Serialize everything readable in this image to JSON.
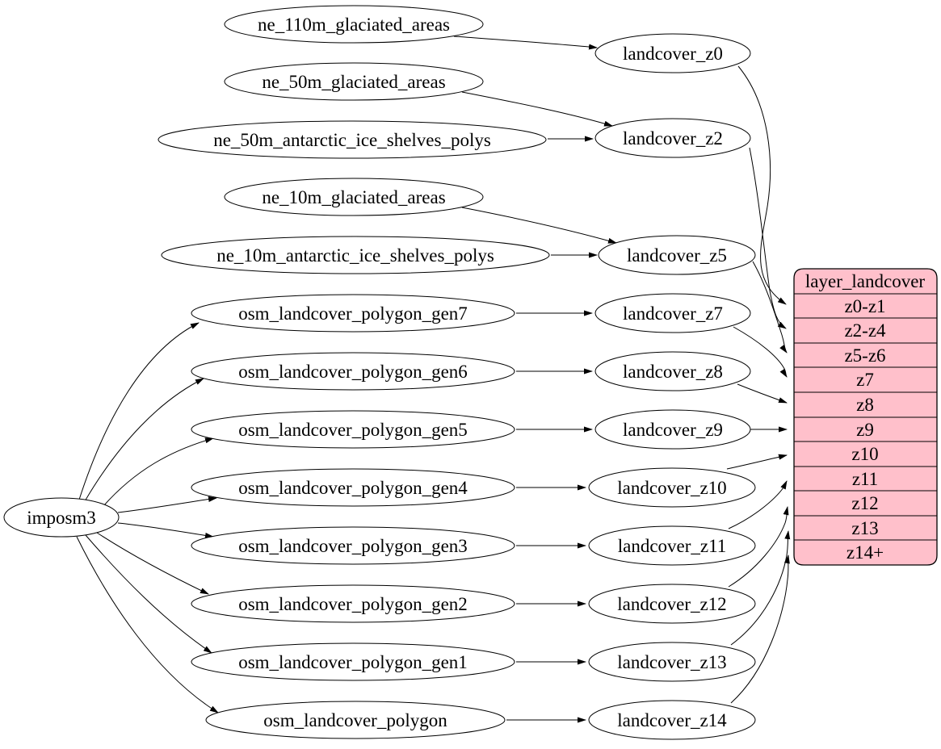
{
  "diagram": {
    "background": "#ffffff",
    "node_fill": "#ffffff",
    "node_stroke": "#000000",
    "edge_color": "#000000"
  },
  "labels": {
    "imposm3": "imposm3",
    "ne_110m_glaciated_areas": "ne_110m_glaciated_areas",
    "ne_50m_glaciated_areas": "ne_50m_glaciated_areas",
    "ne_50m_antarctic_ice_shelves_polys": "ne_50m_antarctic_ice_shelves_polys",
    "ne_10m_glaciated_areas": "ne_10m_glaciated_areas",
    "ne_10m_antarctic_ice_shelves_polys": "ne_10m_antarctic_ice_shelves_polys",
    "osm_landcover_polygon_gen7": "osm_landcover_polygon_gen7",
    "osm_landcover_polygon_gen6": "osm_landcover_polygon_gen6",
    "osm_landcover_polygon_gen5": "osm_landcover_polygon_gen5",
    "osm_landcover_polygon_gen4": "osm_landcover_polygon_gen4",
    "osm_landcover_polygon_gen3": "osm_landcover_polygon_gen3",
    "osm_landcover_polygon_gen2": "osm_landcover_polygon_gen2",
    "osm_landcover_polygon_gen1": "osm_landcover_polygon_gen1",
    "osm_landcover_polygon": "osm_landcover_polygon",
    "landcover_z0": "landcover_z0",
    "landcover_z2": "landcover_z2",
    "landcover_z5": "landcover_z5",
    "landcover_z7": "landcover_z7",
    "landcover_z8": "landcover_z8",
    "landcover_z9": "landcover_z9",
    "landcover_z10": "landcover_z10",
    "landcover_z11": "landcover_z11",
    "landcover_z12": "landcover_z12",
    "landcover_z13": "landcover_z13",
    "landcover_z14": "landcover_z14"
  },
  "record": {
    "title": "layer_landcover",
    "fill": "#ffc0cb",
    "rows": [
      "z0-z1",
      "z2-z4",
      "z5-z6",
      "z7",
      "z8",
      "z9",
      "z10",
      "z11",
      "z12",
      "z13",
      "z14+"
    ]
  },
  "edges": [
    {
      "from": "imposm3",
      "to": "osm_landcover_polygon_gen7"
    },
    {
      "from": "imposm3",
      "to": "osm_landcover_polygon_gen6"
    },
    {
      "from": "imposm3",
      "to": "osm_landcover_polygon_gen5"
    },
    {
      "from": "imposm3",
      "to": "osm_landcover_polygon_gen4"
    },
    {
      "from": "imposm3",
      "to": "osm_landcover_polygon_gen3"
    },
    {
      "from": "imposm3",
      "to": "osm_landcover_polygon_gen2"
    },
    {
      "from": "imposm3",
      "to": "osm_landcover_polygon_gen1"
    },
    {
      "from": "imposm3",
      "to": "osm_landcover_polygon"
    },
    {
      "from": "ne_110m_glaciated_areas",
      "to": "landcover_z0"
    },
    {
      "from": "ne_50m_glaciated_areas",
      "to": "landcover_z2"
    },
    {
      "from": "ne_50m_antarctic_ice_shelves_polys",
      "to": "landcover_z2"
    },
    {
      "from": "ne_10m_glaciated_areas",
      "to": "landcover_z5"
    },
    {
      "from": "ne_10m_antarctic_ice_shelves_polys",
      "to": "landcover_z5"
    },
    {
      "from": "osm_landcover_polygon_gen7",
      "to": "landcover_z7"
    },
    {
      "from": "osm_landcover_polygon_gen6",
      "to": "landcover_z8"
    },
    {
      "from": "osm_landcover_polygon_gen5",
      "to": "landcover_z9"
    },
    {
      "from": "osm_landcover_polygon_gen4",
      "to": "landcover_z10"
    },
    {
      "from": "osm_landcover_polygon_gen3",
      "to": "landcover_z11"
    },
    {
      "from": "osm_landcover_polygon_gen2",
      "to": "landcover_z12"
    },
    {
      "from": "osm_landcover_polygon_gen1",
      "to": "landcover_z13"
    },
    {
      "from": "osm_landcover_polygon",
      "to": "landcover_z14"
    },
    {
      "from": "landcover_z0",
      "to": "layer_landcover:z0-z1"
    },
    {
      "from": "landcover_z2",
      "to": "layer_landcover:z2-z4"
    },
    {
      "from": "landcover_z5",
      "to": "layer_landcover:z5-z6"
    },
    {
      "from": "landcover_z7",
      "to": "layer_landcover:z7"
    },
    {
      "from": "landcover_z8",
      "to": "layer_landcover:z8"
    },
    {
      "from": "landcover_z9",
      "to": "layer_landcover:z9"
    },
    {
      "from": "landcover_z10",
      "to": "layer_landcover:z10"
    },
    {
      "from": "landcover_z11",
      "to": "layer_landcover:z11"
    },
    {
      "from": "landcover_z12",
      "to": "layer_landcover:z12"
    },
    {
      "from": "landcover_z13",
      "to": "layer_landcover:z13"
    },
    {
      "from": "landcover_z14",
      "to": "layer_landcover:z14+"
    }
  ]
}
